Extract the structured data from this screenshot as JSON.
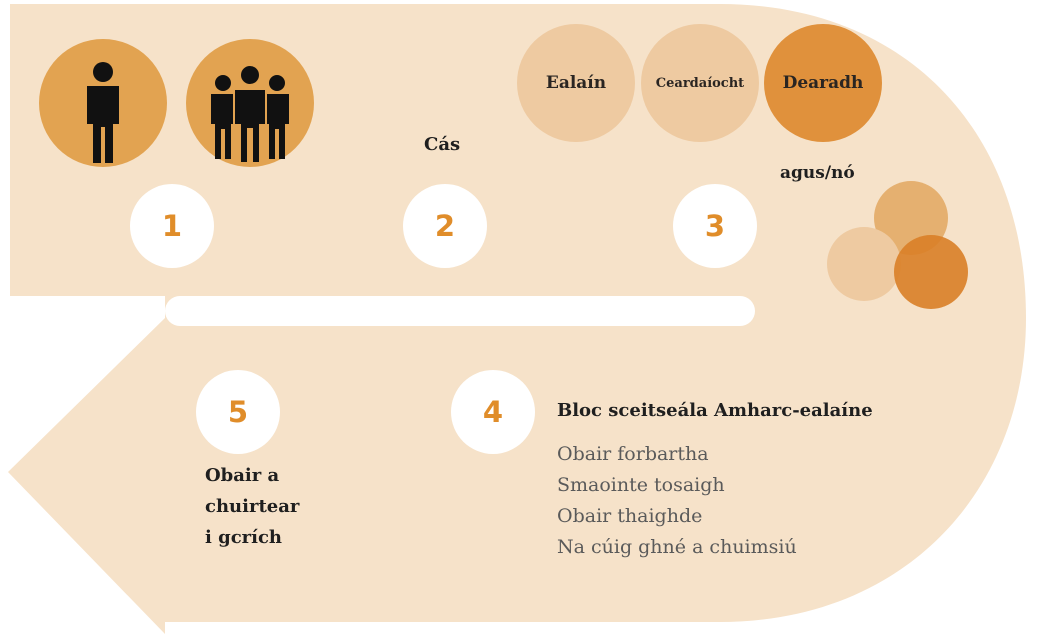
{
  "steps": {
    "one": "1",
    "two": "2",
    "three": "3",
    "four": "4",
    "five": "5"
  },
  "case_label": "Cás",
  "categories": {
    "art": "Ealaín",
    "craft": "Ceardaíocht",
    "design": "Dearadh"
  },
  "and_or_label": "agus/nó",
  "sketchbook": {
    "title": "Bloc sceitseála Amharc-ealaíne",
    "items": [
      "Obair forbartha",
      "Smaointe tosaigh",
      "Obair thaighde",
      "Na cúig ghné a chuimsiú"
    ]
  },
  "finished_work": {
    "line1": "Obair a",
    "line2": "chuirtear",
    "line3": "i gcrích"
  },
  "colors": {
    "band": "#f6e2c9",
    "accent_orange": "#e2a351",
    "number": "#e08d2a",
    "light_circle": "#eecaa1",
    "dark_circle": "#e0913c"
  },
  "icons": [
    "person-icon",
    "group-icon"
  ]
}
